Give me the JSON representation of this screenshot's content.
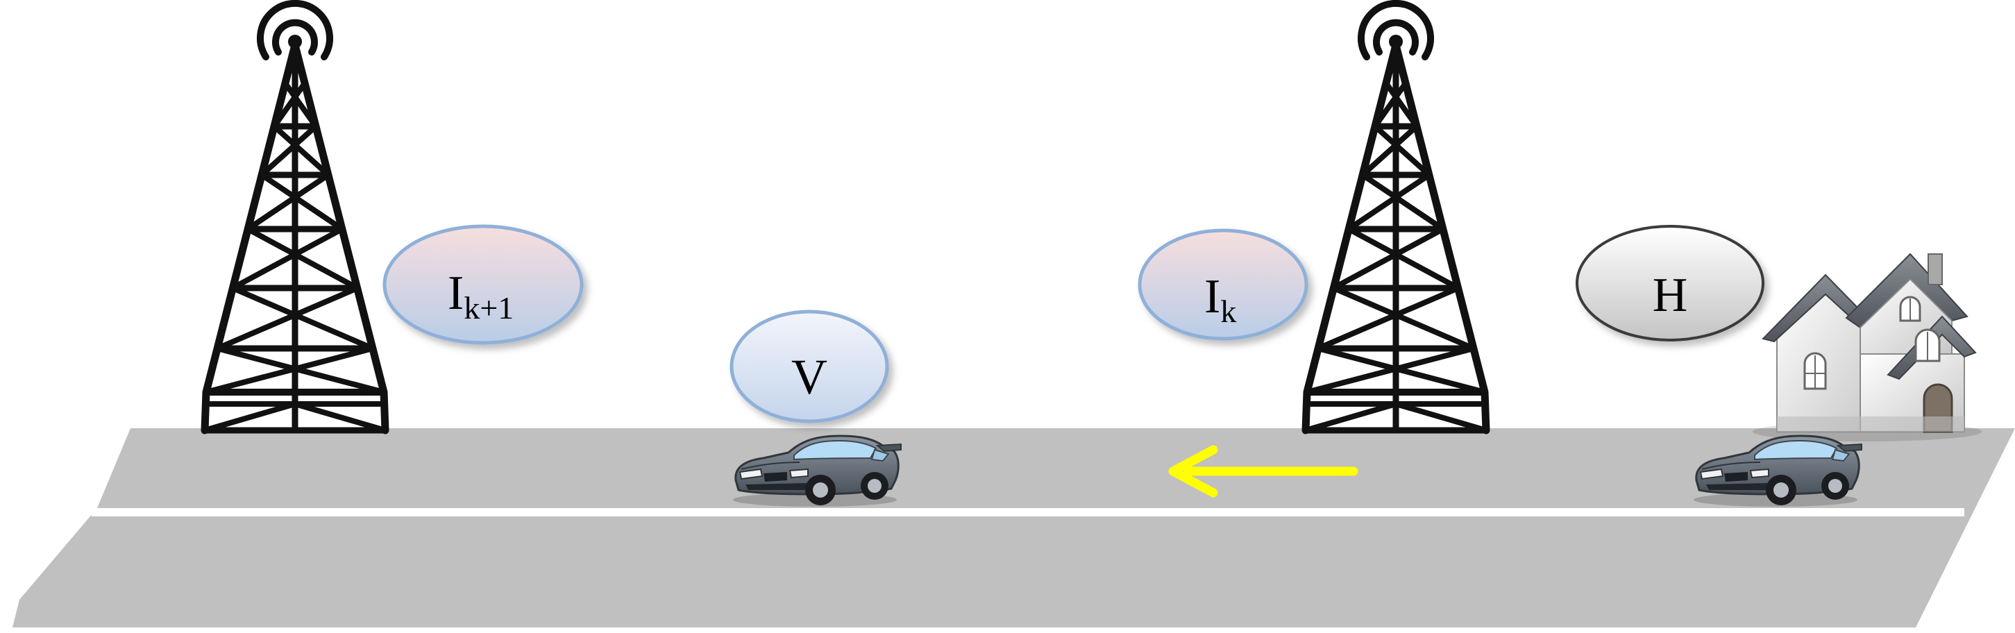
{
  "labels": {
    "left_tower_bubble": {
      "main": "I",
      "sub": "k+1"
    },
    "right_tower_bubble": {
      "main": "I",
      "sub": "k"
    },
    "vehicle_bubble": "V",
    "home_bubble": "H"
  },
  "icons": {
    "tower": "radio-tower-icon",
    "car": "car-icon",
    "house": "house-icon",
    "arrow": "arrow-left-icon"
  },
  "colors": {
    "road": "#c0c0c0",
    "lane_line": "#ffffff",
    "arrow": "#ffff00",
    "bubble_blue_border": "#8fb0d8",
    "bubble_gray_border": "#444444",
    "tower": "#111111"
  }
}
